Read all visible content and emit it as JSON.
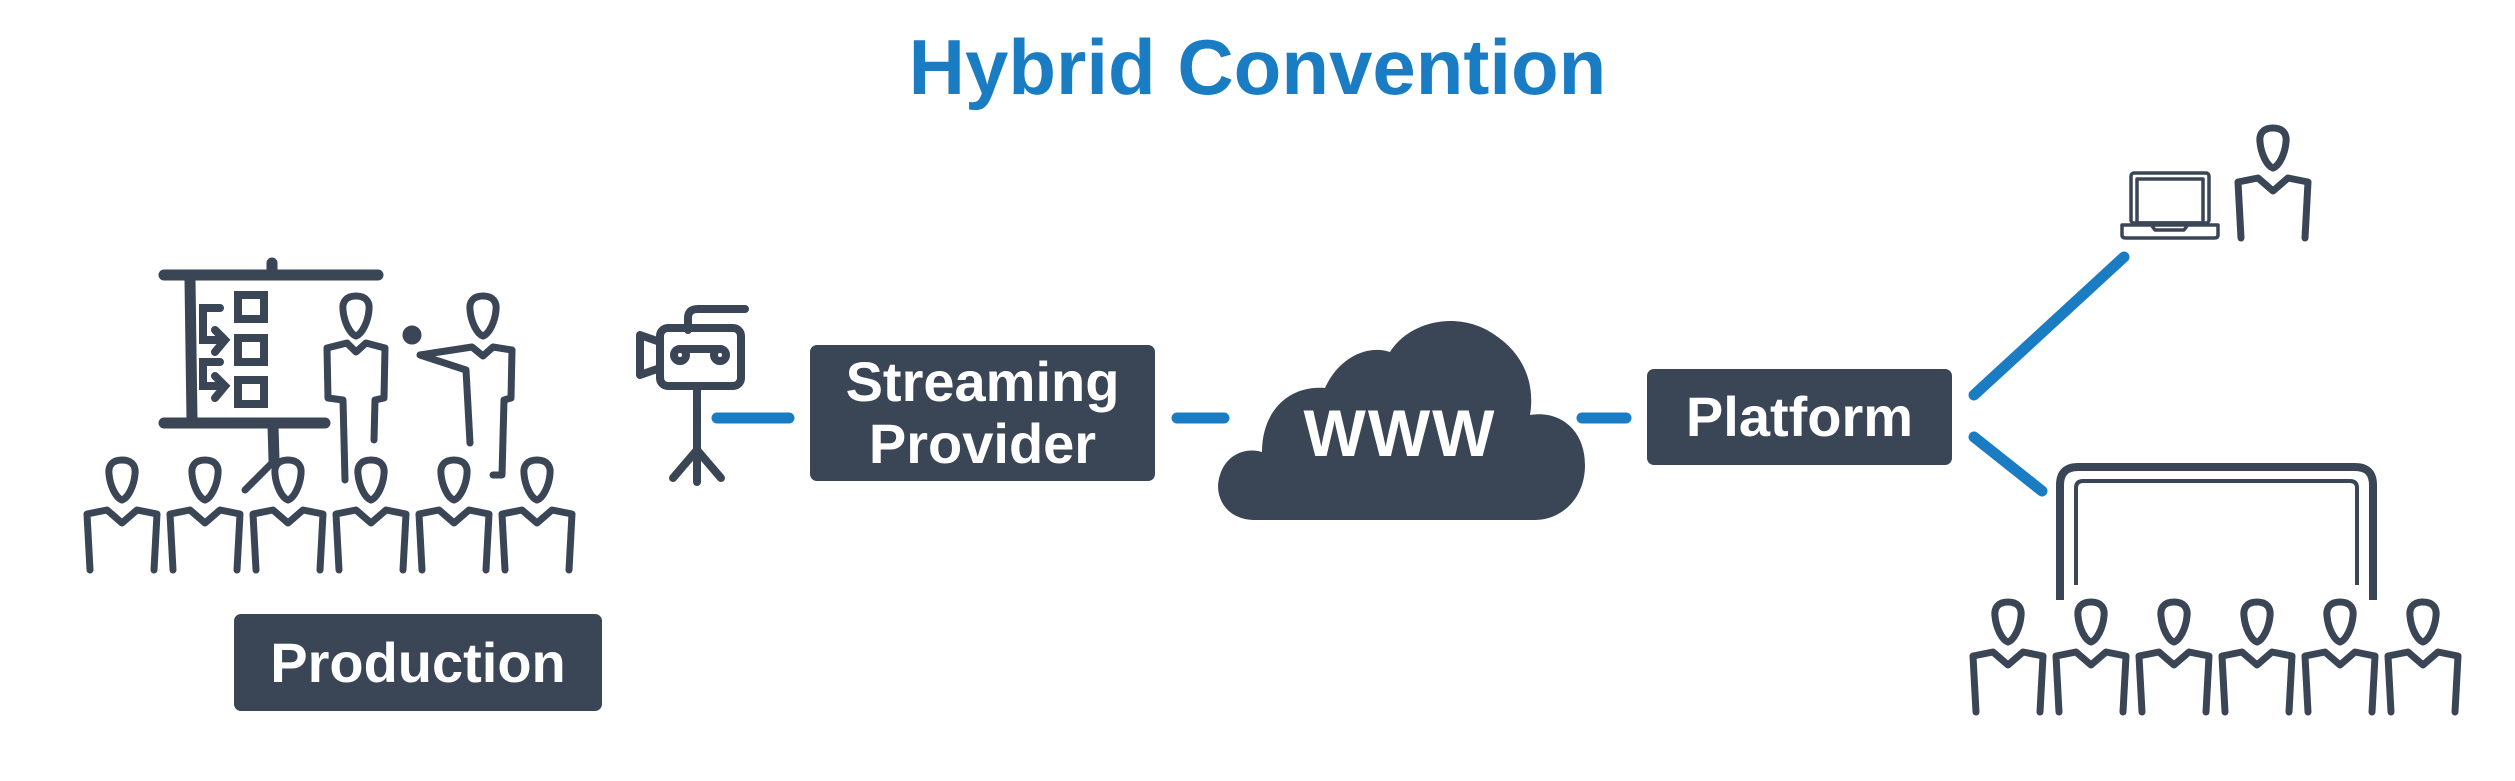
{
  "title": "Hybrid Convention",
  "nodes": {
    "production": "Production",
    "streaming_line1": "Streaming",
    "streaming_line2": "Provider",
    "www": "WWW",
    "platform": "Platform"
  },
  "icons": [
    "presentation-board-icon",
    "presenter-icon",
    "audience-person-icon",
    "video-camera-icon",
    "cloud-icon",
    "laptop-icon",
    "remote-viewer-icon",
    "projection-screen-icon"
  ],
  "colors": {
    "accent": "#1a7dc4",
    "dark": "#3a4656"
  }
}
